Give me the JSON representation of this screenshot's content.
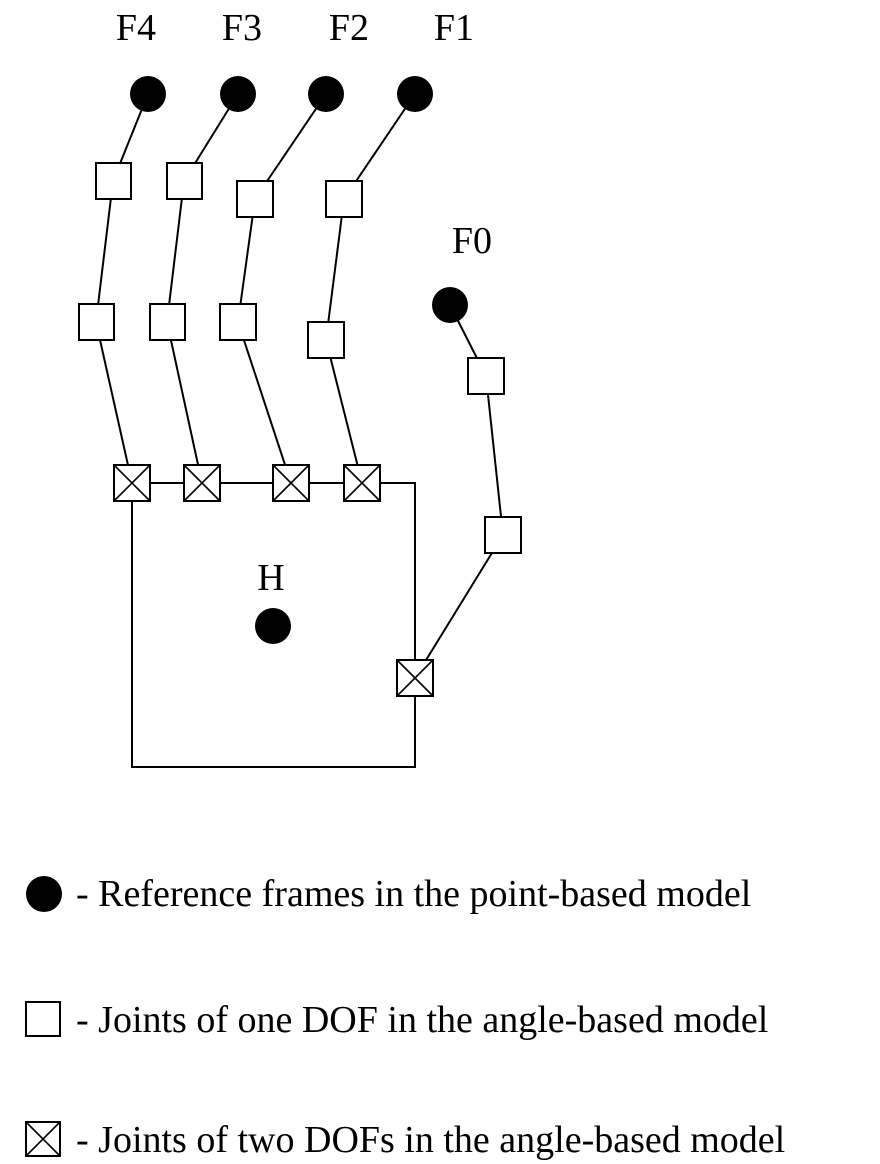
{
  "diagram": {
    "fingertip_labels": [
      "F4",
      "F3",
      "F2",
      "F1"
    ],
    "thumb_label": "F0",
    "palm_label": "H"
  },
  "legend": {
    "reference_frame": "- Reference frames in the point-based model",
    "one_dof_joint": "- Joints of one DOF in the angle-based model",
    "two_dof_joint": "- Joints of two DOFs in the angle-based model"
  }
}
